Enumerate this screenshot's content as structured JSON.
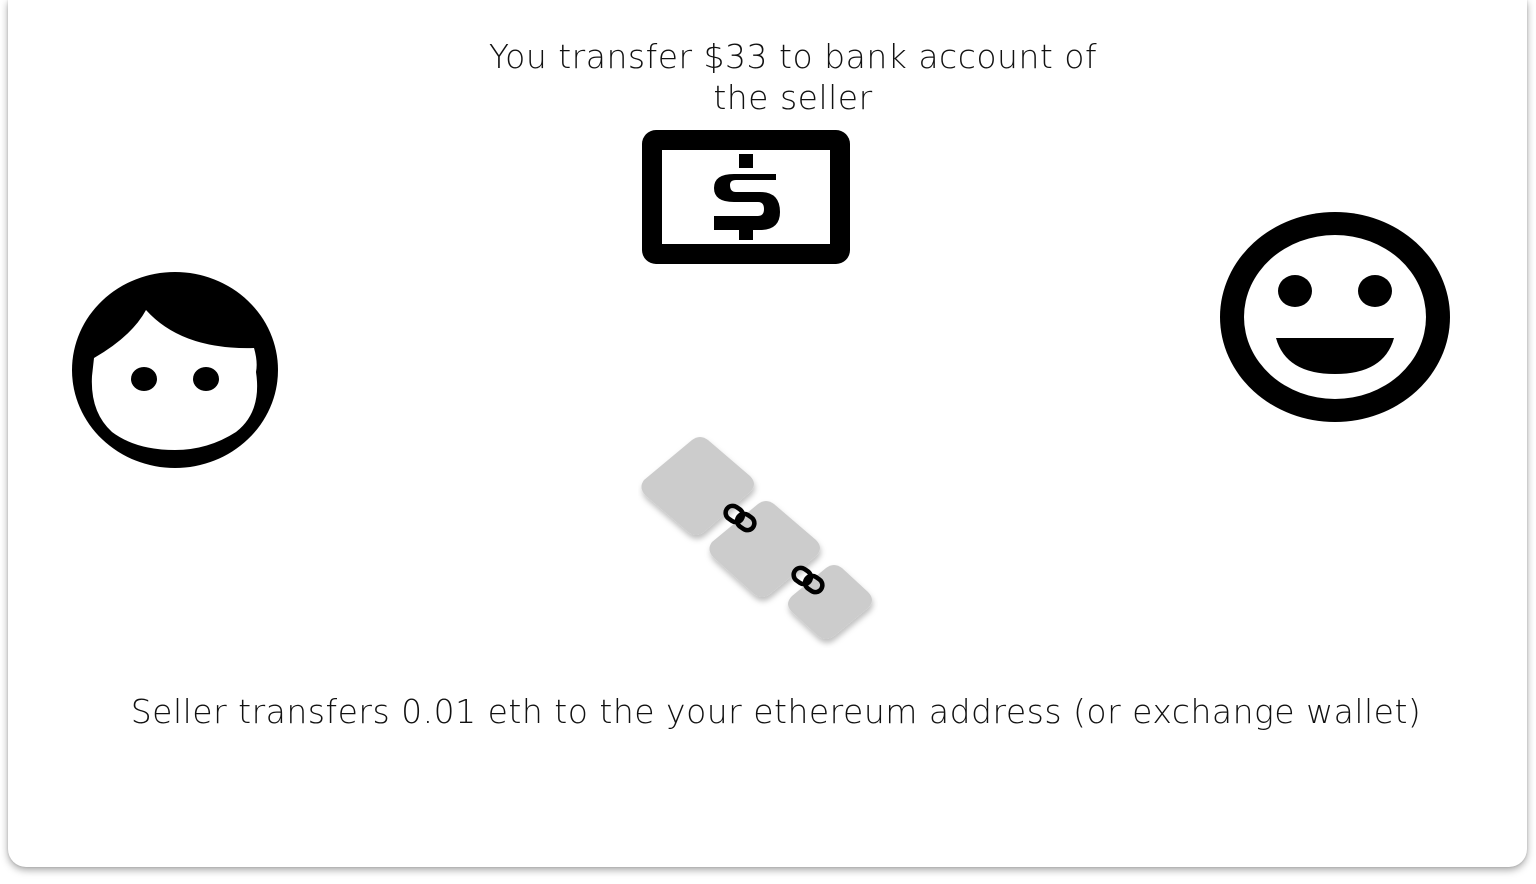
{
  "captions": {
    "top_line1": "You transfer $33 to bank account of",
    "top_line2": "the seller",
    "bottom": "Seller transfers 0.01 eth to the your ethereum address (or exchange wallet)"
  },
  "icons": {
    "buyer": "person-face-icon",
    "money": "dollar-bill-icon",
    "seller": "smiley-face-icon",
    "blockchain": "blockchain-icon"
  },
  "colors": {
    "ink": "#000000",
    "block": "#cccccc",
    "background": "#ffffff"
  }
}
